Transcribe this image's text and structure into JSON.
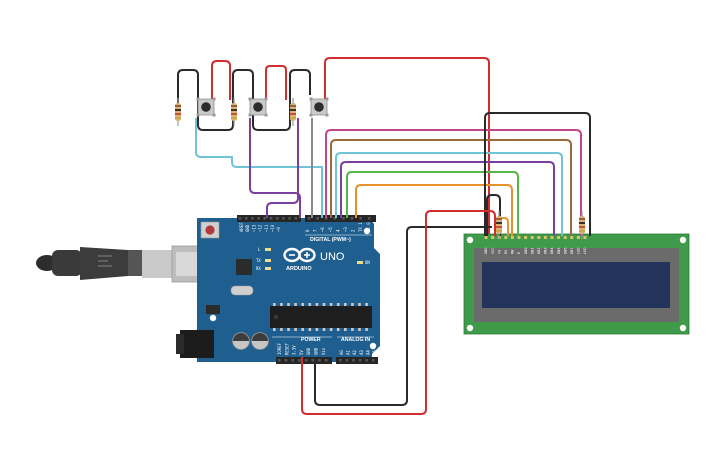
{
  "board": {
    "logo_text": "ARDUINO",
    "model_text": "UNO",
    "digital_header_label": "DIGITAL (PWM~)",
    "power_header_label": "POWER",
    "analog_header_label": "ANALOG IN",
    "on_led_label": "ON",
    "led_labels": [
      "L",
      "TX",
      "RX"
    ],
    "digital_pin_labels": [
      "AREF",
      "GND",
      "~13",
      "~12",
      "~11",
      "~10",
      "~9",
      "8",
      "7",
      "~6",
      "~5",
      "4",
      "~3",
      "2",
      "TX 1",
      "RX 0"
    ],
    "power_pin_labels": [
      "IOREF",
      "RESET",
      "3.3V",
      "5V",
      "GND",
      "GND",
      "Vin"
    ],
    "analog_pin_labels": [
      "A0",
      "A1",
      "A2",
      "A3",
      "A4",
      "A5"
    ]
  },
  "lcd": {
    "pin_labels": [
      "GND",
      "VCC",
      "V0",
      "RS",
      "RW",
      "E",
      "DB0",
      "DB1",
      "DB2",
      "DB3",
      "DB4",
      "DB5",
      "DB6",
      "DB7",
      "LED",
      "LED"
    ]
  },
  "colors": {
    "board": "#1f5f8f",
    "pcb_green": "#3f9a4a",
    "lcd_screen": "#22335c",
    "wire_red": "#d12d2d",
    "wire_black": "#2a2a2a",
    "wire_purple": "#7b3fa0",
    "wire_cyan": "#6fc4d6",
    "wire_gray": "#8a8a8a",
    "wire_magenta": "#c0468e",
    "wire_brown": "#9b6b3c",
    "wire_green": "#58b54a",
    "wire_orange": "#e8902a"
  },
  "icons": {
    "usb_cable": "usb-cable-icon",
    "push_button": "push-button-icon",
    "resistor": "resistor-icon"
  }
}
